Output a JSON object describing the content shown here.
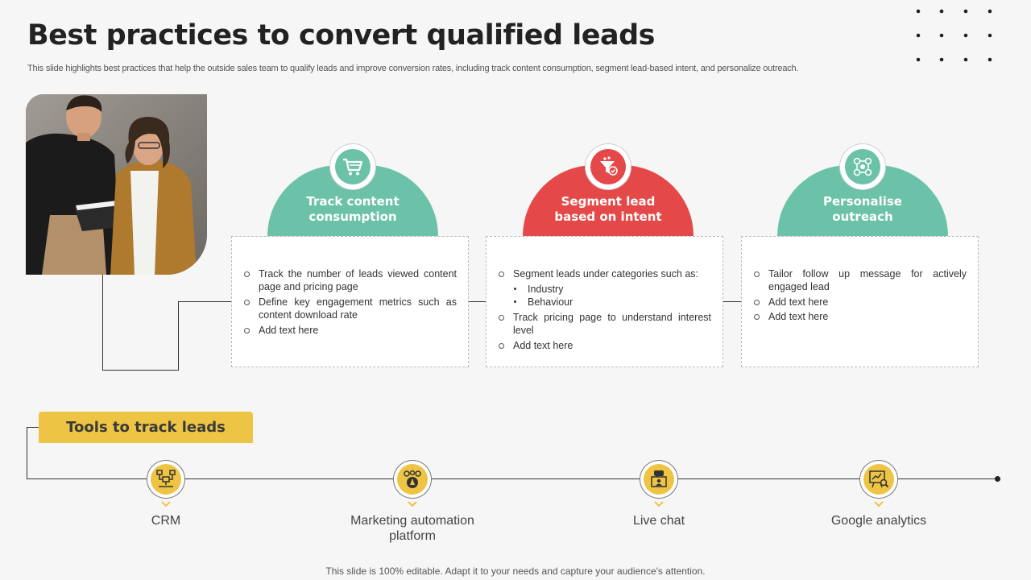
{
  "slide": {
    "title": "Best practices to convert qualified leads",
    "subtitle": "This slide highlights best practices that help the outside sales team to qualify leads and improve conversion rates, including track content consumption, segment lead-based intent, and personalize outreach.",
    "footer": "This slide is 100% editable. Adapt it to your needs and capture your audience's attention."
  },
  "colors": {
    "teal": "#6bc2a8",
    "red": "#e54848",
    "yellow": "#eec444"
  },
  "practices": [
    {
      "title_line1": "Track content",
      "title_line2": "consumption",
      "icon": "shopping-cart-icon",
      "color": "teal",
      "points": [
        "Track the number of leads viewed content page and pricing page",
        "Define key engagement metrics such as content download rate",
        "Add text here"
      ]
    },
    {
      "title_line1": "Segment lead",
      "title_line2": "based on intent",
      "icon": "funnel-check-icon",
      "color": "red",
      "points": [
        "Segment leads under categories such as:",
        "Track pricing page to understand interest level",
        "Add text here"
      ],
      "sub_points": [
        "Industry",
        "Behaviour"
      ]
    },
    {
      "title_line1": "Personalise",
      "title_line2": "outreach",
      "icon": "network-users-icon",
      "color": "teal",
      "points": [
        "Tailor follow up message for actively engaged lead",
        "Add text here",
        "Add text here"
      ]
    }
  ],
  "tools": {
    "heading": "Tools to track leads",
    "items": [
      {
        "label": "CRM",
        "icon": "crm-network-icon"
      },
      {
        "label_line1": "Marketing automation",
        "label_line2": "platform",
        "icon": "gears-rocket-icon"
      },
      {
        "label": "Live chat",
        "icon": "chat-monitor-icon"
      },
      {
        "label": "Google analytics",
        "icon": "analytics-board-icon"
      }
    ]
  }
}
